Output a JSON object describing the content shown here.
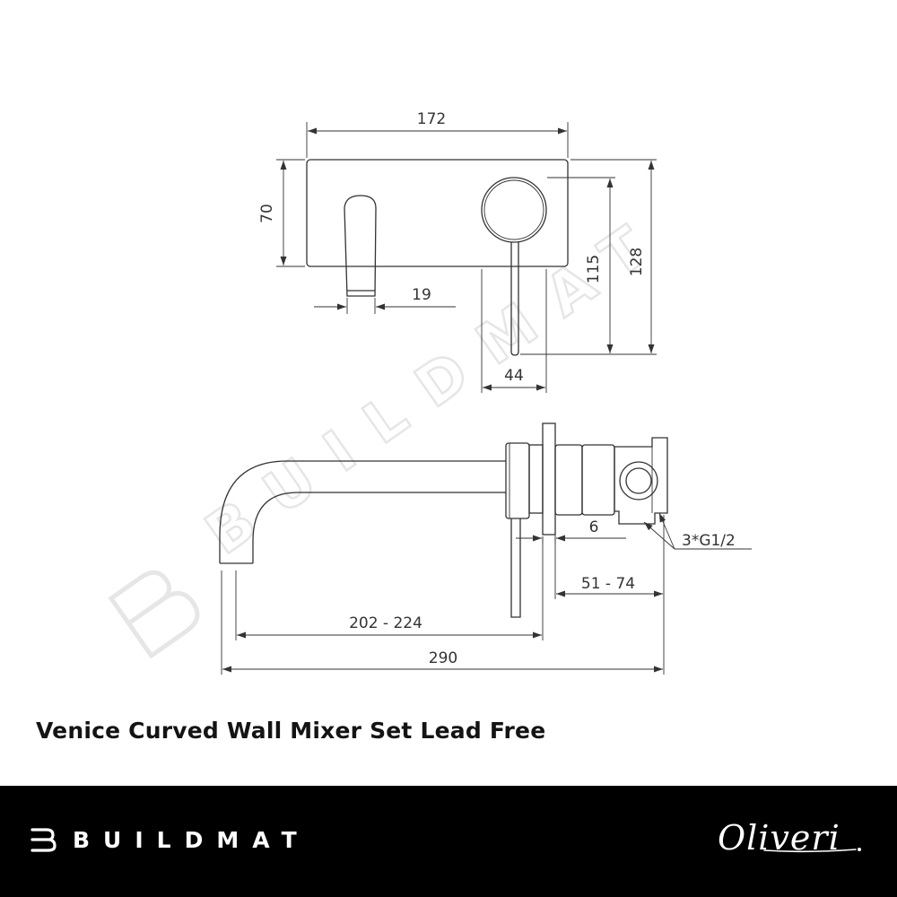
{
  "product": {
    "title": "Venice Curved Wall Mixer Set Lead Free"
  },
  "dimensions": {
    "plate_width": "172",
    "plate_height": "70",
    "spout_width": "19",
    "handle_drop": "115",
    "overall_height": "128",
    "handle_diameter": "44",
    "plate_gap": "6",
    "thread_spec": "3*G1/2",
    "body_depth": "51 - 74",
    "spout_projection": "202 - 224",
    "overall_length": "290"
  },
  "watermark": {
    "text": "BUILDMAT"
  },
  "footer": {
    "left_brand": "BUILDMAT",
    "right_brand": "Oliveri"
  },
  "colors": {
    "line": "#333333",
    "footer_bg": "#000000",
    "footer_text": "#ffffff",
    "watermark": "#e6e6e6"
  },
  "icons": {
    "buildmat_mark": "buildmat-b-icon"
  }
}
